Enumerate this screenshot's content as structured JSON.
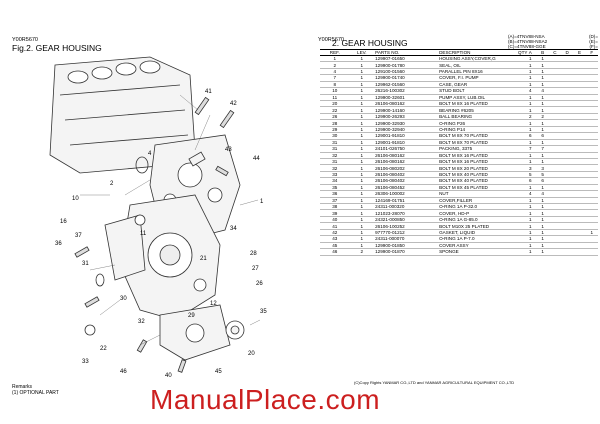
{
  "left_page": {
    "code": "Y00R5670",
    "figure_title": "Fig.2.  GEAR HOUSING",
    "remarks_title": "Remarks",
    "remarks_note": "(1) OPTIONAL PART",
    "callouts": [
      "1",
      "2",
      "4",
      "10",
      "11",
      "12",
      "16",
      "20",
      "21",
      "22",
      "26",
      "27",
      "28",
      "29",
      "30",
      "31",
      "32",
      "33",
      "34",
      "35",
      "36",
      "37",
      "40",
      "41",
      "42",
      "43",
      "44",
      "45",
      "46"
    ]
  },
  "right_page": {
    "code": "Y00R5670",
    "title": "2.  GEAR HOUSING",
    "models": [
      "(A)=4TNV88-NSA",
      "(B)=4TNV88-NSA2",
      "(C)=4TNV88-GGE"
    ],
    "model_suffixes": [
      "(D)=",
      "(E)=",
      "(F)="
    ],
    "columns": [
      "REF.",
      "LEV.",
      "PARTS NO.",
      "DESCRIPTION",
      "A",
      "B",
      "C",
      "D",
      "E",
      "F"
    ],
    "qty_label": "QTY",
    "rows": [
      {
        "ref": "1",
        "lev": "1",
        "no": "129907-01650",
        "desc": "HOUSING ASSY,COVER,G",
        "q": [
          "1",
          "1",
          "",
          "",
          "",
          ""
        ]
      },
      {
        "ref": "2",
        "lev": "1",
        "no": "129900-01780",
        "desc": "SEAL, OIL",
        "q": [
          "1",
          "1",
          "",
          "",
          "",
          ""
        ]
      },
      {
        "ref": "4",
        "lev": "1",
        "no": "129100-01560",
        "desc": "PARALLEL PIN 8X16",
        "q": [
          "1",
          "1",
          "",
          "",
          "",
          ""
        ]
      },
      {
        "ref": "7",
        "lev": "1",
        "no": "129900-01740",
        "desc": "COVER, F.I. PUMP",
        "q": [
          "1",
          "1",
          "",
          "",
          "",
          ""
        ]
      },
      {
        "ref": "8",
        "lev": "1",
        "no": "129962-01560",
        "desc": "CASE, GEAR",
        "q": [
          "1",
          "1",
          "",
          "",
          "",
          ""
        ]
      },
      {
        "ref": "10",
        "lev": "1",
        "no": "26216-100302",
        "desc": "STUD BOLT",
        "q": [
          "4",
          "4",
          "",
          "",
          "",
          ""
        ]
      },
      {
        "ref": "11",
        "lev": "1",
        "no": "129900-32601",
        "desc": "PUMP ASSY, LUB.OIL",
        "q": [
          "1",
          "1",
          "",
          "",
          "",
          ""
        ]
      },
      {
        "ref": "20",
        "lev": "1",
        "no": "26106-080162",
        "desc": "BOLT M 8X 16 PLATED",
        "q": [
          "1",
          "1",
          "",
          "",
          "",
          ""
        ]
      },
      {
        "ref": "22",
        "lev": "1",
        "no": "129900-14160",
        "desc": "BEARING #6205",
        "q": [
          "1",
          "1",
          "",
          "",
          "",
          ""
        ]
      },
      {
        "ref": "26",
        "lev": "1",
        "no": "129900-26293",
        "desc": "BALL BEARING",
        "q": [
          "2",
          "2",
          "",
          "",
          "",
          ""
        ]
      },
      {
        "ref": "28",
        "lev": "1",
        "no": "129900-32930",
        "desc": "O-RING P26",
        "q": [
          "1",
          "1",
          "",
          "",
          "",
          ""
        ]
      },
      {
        "ref": "29",
        "lev": "1",
        "no": "129900-32940",
        "desc": "O-RING P14",
        "q": [
          "1",
          "1",
          "",
          "",
          "",
          ""
        ]
      },
      {
        "ref": "30",
        "lev": "1",
        "no": "129001-91810",
        "desc": "BOLT M 8X 70 PLATED",
        "q": [
          "6",
          "6",
          "",
          "",
          "",
          ""
        ]
      },
      {
        "ref": "31",
        "lev": "1",
        "no": "129001-91810",
        "desc": "BOLT M 8X 70 PLATED",
        "q": [
          "1",
          "1",
          "",
          "",
          "",
          ""
        ]
      },
      {
        "ref": "31",
        "lev": "1",
        "no": "24101-026750",
        "desc": "PACKING, 3375",
        "q": [
          "7",
          "7",
          "",
          "",
          "",
          ""
        ]
      },
      {
        "ref": "32",
        "lev": "1",
        "no": "26106-080162",
        "desc": "BOLT M 8X 16 PLATED",
        "q": [
          "1",
          "1",
          "",
          "",
          "",
          ""
        ]
      },
      {
        "ref": "31",
        "lev": "1",
        "no": "26106-080162",
        "desc": "BOLT M 8X 16 PLATED",
        "q": [
          "1",
          "1",
          "",
          "",
          "",
          ""
        ]
      },
      {
        "ref": "32",
        "lev": "1",
        "no": "26106-080202",
        "desc": "BOLT M 8X 20 PLATED",
        "q": [
          "3",
          "3",
          "",
          "",
          "",
          ""
        ]
      },
      {
        "ref": "33",
        "lev": "1",
        "no": "26106-080402",
        "desc": "BOLT M 8X 40 PLATED",
        "q": [
          "5",
          "5",
          "",
          "",
          "",
          ""
        ]
      },
      {
        "ref": "34",
        "lev": "1",
        "no": "26106-080402",
        "desc": "BOLT M 8X 40 PLATED",
        "q": [
          "6",
          "6",
          "",
          "",
          "",
          ""
        ]
      },
      {
        "ref": "35",
        "lev": "1",
        "no": "26106-080452",
        "desc": "BOLT M 8X 45 PLATED",
        "q": [
          "1",
          "1",
          "",
          "",
          "",
          ""
        ]
      },
      {
        "ref": "36",
        "lev": "1",
        "no": "26306-100002",
        "desc": "NUT",
        "q": [
          "4",
          "4",
          "",
          "",
          "",
          ""
        ]
      },
      {
        "ref": "37",
        "lev": "1",
        "no": "124169-01751",
        "desc": "COVER,FILLER",
        "q": [
          "1",
          "1",
          "",
          "",
          "",
          ""
        ]
      },
      {
        "ref": "38",
        "lev": "1",
        "no": "24311-000320",
        "desc": "O-RING 1A P-32.0",
        "q": [
          "1",
          "1",
          "",
          "",
          "",
          ""
        ]
      },
      {
        "ref": "39",
        "lev": "1",
        "no": "121023-28070",
        "desc": "COVER, HD-P",
        "q": [
          "1",
          "1",
          "",
          "",
          "",
          ""
        ]
      },
      {
        "ref": "40",
        "lev": "1",
        "no": "24321-000850",
        "desc": "O-RING 1A G-85.0",
        "q": [
          "1",
          "1",
          "",
          "",
          "",
          ""
        ]
      },
      {
        "ref": "41",
        "lev": "1",
        "no": "26106-100252",
        "desc": "BOLT M10X 25 PLATED",
        "q": [
          "1",
          "1",
          "",
          "",
          "",
          ""
        ]
      },
      {
        "ref": "42",
        "lev": "1",
        "no": "977770-01212",
        "desc": "GASKET, LIQUID",
        "q": [
          "1",
          "1",
          "",
          "",
          "",
          "1"
        ]
      },
      {
        "ref": "43",
        "lev": "1",
        "no": "24311-000070",
        "desc": "O-RING 1A P-7.0",
        "q": [
          "1",
          "1",
          "",
          "",
          "",
          ""
        ]
      },
      {
        "ref": "45",
        "lev": "1",
        "no": "129900-01850",
        "desc": "COVER ASSY",
        "q": [
          "1",
          "1",
          "",
          "",
          "",
          ""
        ]
      },
      {
        "ref": "46",
        "lev": "2",
        "no": "129900-01870",
        "desc": "SPONGE",
        "q": [
          "1",
          "1",
          "",
          "",
          "",
          ""
        ]
      }
    ],
    "copyright": "(C)Copy Rights  YANMAR CO.,LTD and YANMAR AGRICULTURAL EQUIPMENT CO.,LTD"
  },
  "watermark": "ManualPlace.com"
}
